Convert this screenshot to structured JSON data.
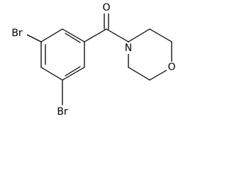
{
  "molecule": {
    "atoms": {
      "br_top": "Br",
      "br_bottom": "Br",
      "carbonyl_oxygen": "O",
      "amide_nitrogen": "N",
      "ring_oxygen": "O"
    }
  },
  "colors": {
    "bond": "#000000",
    "label": "#000000",
    "background": "#ffffff"
  }
}
